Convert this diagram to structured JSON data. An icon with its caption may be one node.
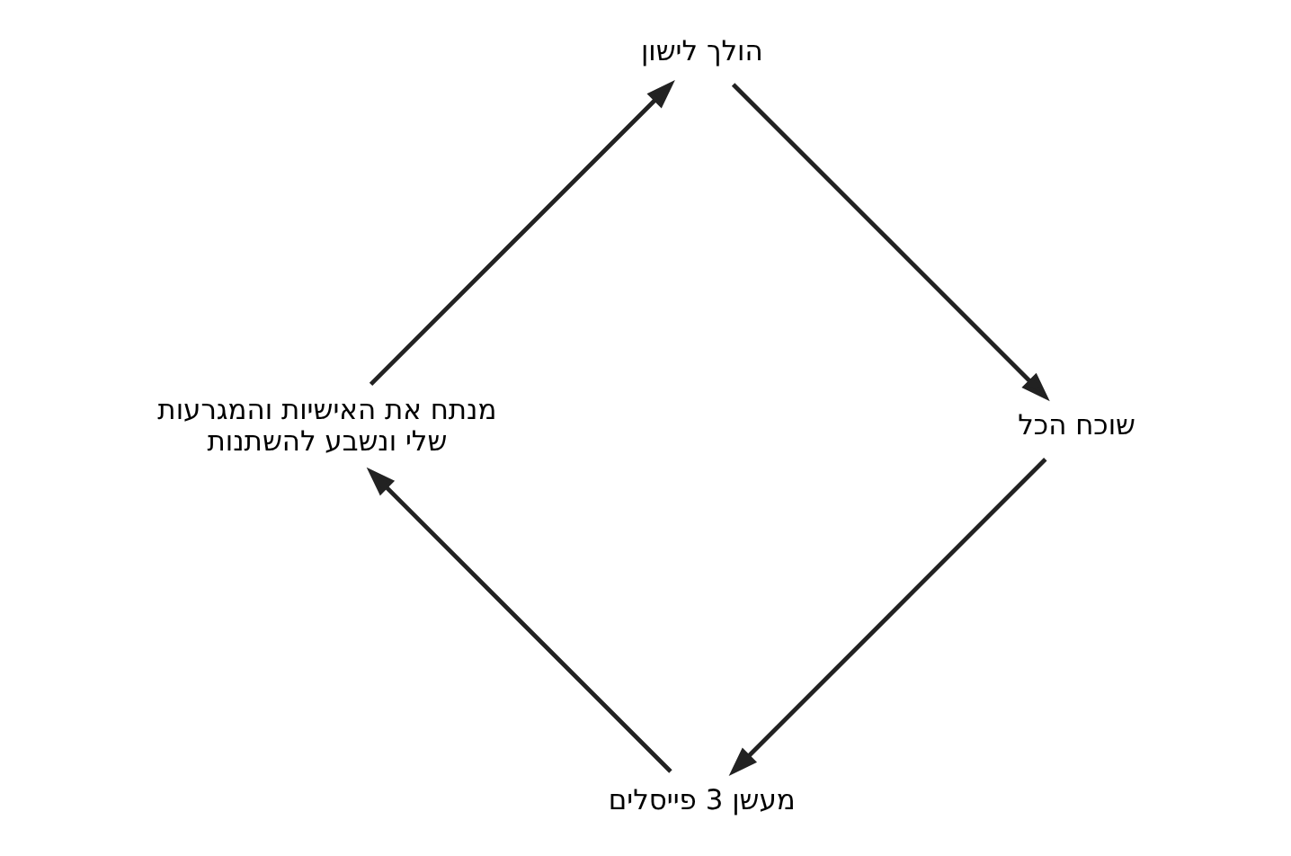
{
  "diagram": {
    "nodes": [
      {
        "text": [
          "מעשן 3 פייסלים"
        ]
      },
      {
        "text": [
          "מנתח את האישיות והמגרעות שלי ונשבע להשתנות"
        ]
      },
      {
        "text": [
          "הולך לישון"
        ]
      },
      {
        "text": [
          "שוכח הכל"
        ]
      }
    ],
    "edges": [
      {
        "from": 0,
        "to": 1,
        "arrow": "to"
      },
      {
        "from": 1,
        "to": 2,
        "arrow": "to"
      },
      {
        "from": 2,
        "to": 3,
        "arrow": "to"
      },
      {
        "from": 3,
        "to": 0,
        "arrow": "to"
      }
    ]
  }
}
